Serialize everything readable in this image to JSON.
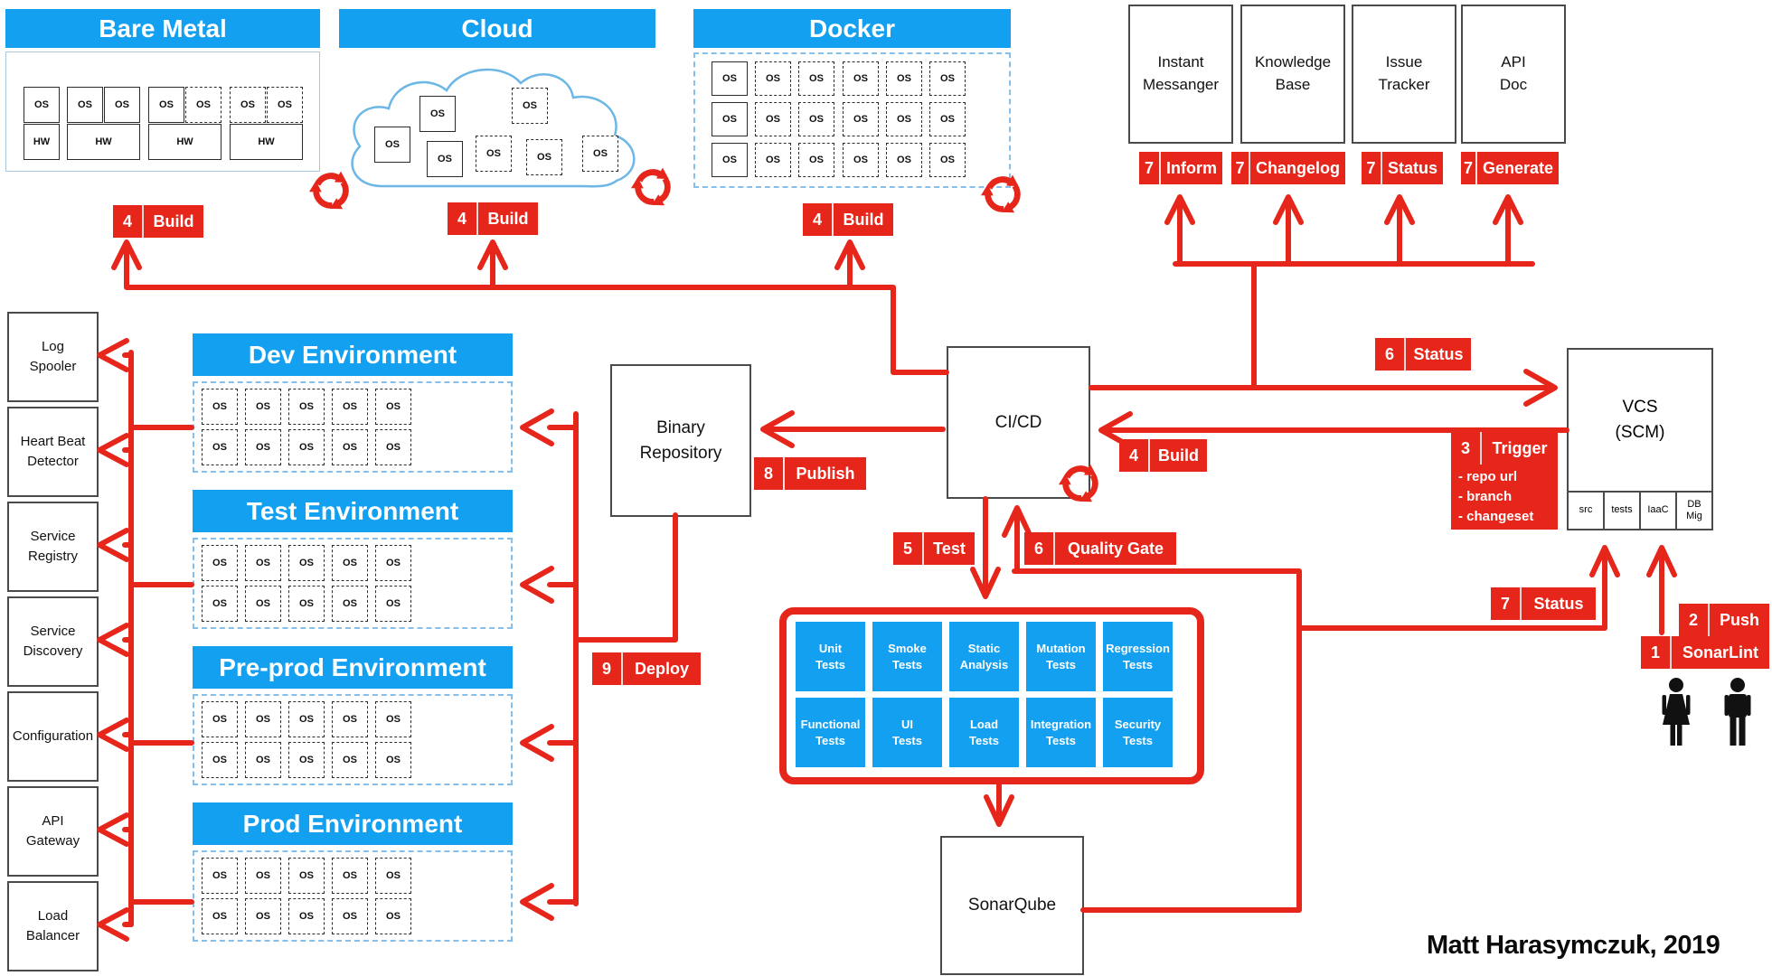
{
  "colors": {
    "accent_red": "#E6261A",
    "accent_blue": "#14A0F0"
  },
  "labels": {
    "os": "OS",
    "hw": "HW"
  },
  "infra": {
    "bare_metal": {
      "title": "Bare Metal",
      "step": {
        "num": "4",
        "text": "Build"
      }
    },
    "cloud": {
      "title": "Cloud",
      "step": {
        "num": "4",
        "text": "Build"
      }
    },
    "docker": {
      "title": "Docker",
      "step": {
        "num": "4",
        "text": "Build"
      }
    }
  },
  "integrations": [
    {
      "title": "Instant\nMessanger",
      "step": {
        "num": "7",
        "text": "Inform"
      }
    },
    {
      "title": "Knowledge\nBase",
      "step": {
        "num": "7",
        "text": "Changelog"
      }
    },
    {
      "title": "Issue\nTracker",
      "step": {
        "num": "7",
        "text": "Status"
      }
    },
    {
      "title": "API\nDoc",
      "step": {
        "num": "7",
        "text": "Generate"
      }
    }
  ],
  "sidebar": [
    "Log\nSpooler",
    "Heart Beat\nDetector",
    "Service\nRegistry",
    "Service\nDiscovery",
    "Configuration",
    "API\nGateway",
    "Load\nBalancer"
  ],
  "environments": [
    {
      "title": "Dev Environment"
    },
    {
      "title": "Test Environment"
    },
    {
      "title": "Pre-prod Environment"
    },
    {
      "title": "Prod Environment"
    }
  ],
  "pipeline": {
    "binary_repository": "Binary\nRepository",
    "cicd": "CI/CD",
    "sonarqube": "SonarQube",
    "vcs": {
      "title": "VCS\n(SCM)",
      "cells": [
        "src",
        "tests",
        "IaaC",
        "DB\nMig"
      ]
    }
  },
  "steps": {
    "publish": {
      "num": "8",
      "text": "Publish"
    },
    "deploy": {
      "num": "9",
      "text": "Deploy"
    },
    "test": {
      "num": "5",
      "text": "Test"
    },
    "quality_gate": {
      "num": "6",
      "text": "Quality Gate"
    },
    "status_vcs": {
      "num": "6",
      "text": "Status"
    },
    "trigger": {
      "num": "3",
      "text": "Trigger",
      "details": "- repo url\n- branch\n- changeset"
    },
    "build_ci": {
      "num": "4",
      "text": "Build"
    },
    "status_report": {
      "num": "7",
      "text": "Status"
    },
    "push": {
      "num": "2",
      "text": "Push"
    },
    "sonarlint": {
      "num": "1",
      "text": "SonarLint"
    }
  },
  "tests": [
    "Unit\nTests",
    "Smoke\nTests",
    "Static\nAnalysis",
    "Mutation\nTests",
    "Regression\nTests",
    "Functional\nTests",
    "UI\nTests",
    "Load\nTests",
    "Integration\nTests",
    "Security\nTests"
  ],
  "attribution": "Matt Harasymczuk, 2019"
}
